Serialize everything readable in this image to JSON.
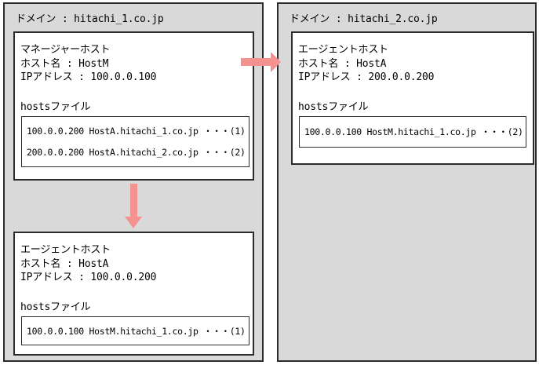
{
  "colors": {
    "panel_bg": "#d9d9d9",
    "box_bg": "#ffffff",
    "border": "#2b2b2b",
    "arrow": "#f5918f"
  },
  "left_panel": {
    "domain_label": "ドメイン : hitachi_1.co.jp",
    "manager_box": {
      "role_label": "マネージャーホスト",
      "host_name": "ホスト名 : HostM",
      "ip_address": "IPアドレス : 100.0.0.100",
      "hosts_file_label": "hostsファイル",
      "entries": [
        "100.0.0.200 HostA.hitachi_1.co.jp ・・・(1)",
        "200.0.0.200 HostA.hitachi_2.co.jp ・・・(2)"
      ]
    },
    "agent_box": {
      "role_label": "エージェントホスト",
      "host_name": "ホスト名 : HostA",
      "ip_address": "IPアドレス : 100.0.0.200",
      "hosts_file_label": "hostsファイル",
      "entries": [
        "100.0.0.100 HostM.hitachi_1.co.jp ・・・(1)"
      ]
    }
  },
  "right_panel": {
    "domain_label": "ドメイン : hitachi_2.co.jp",
    "agent_box": {
      "role_label": "エージェントホスト",
      "host_name": "ホスト名 : HostA",
      "ip_address": "IPアドレス : 200.0.0.200",
      "hosts_file_label": "hostsファイル",
      "entries": [
        "100.0.0.100 HostM.hitachi_1.co.jp ・・・(2)"
      ]
    }
  }
}
